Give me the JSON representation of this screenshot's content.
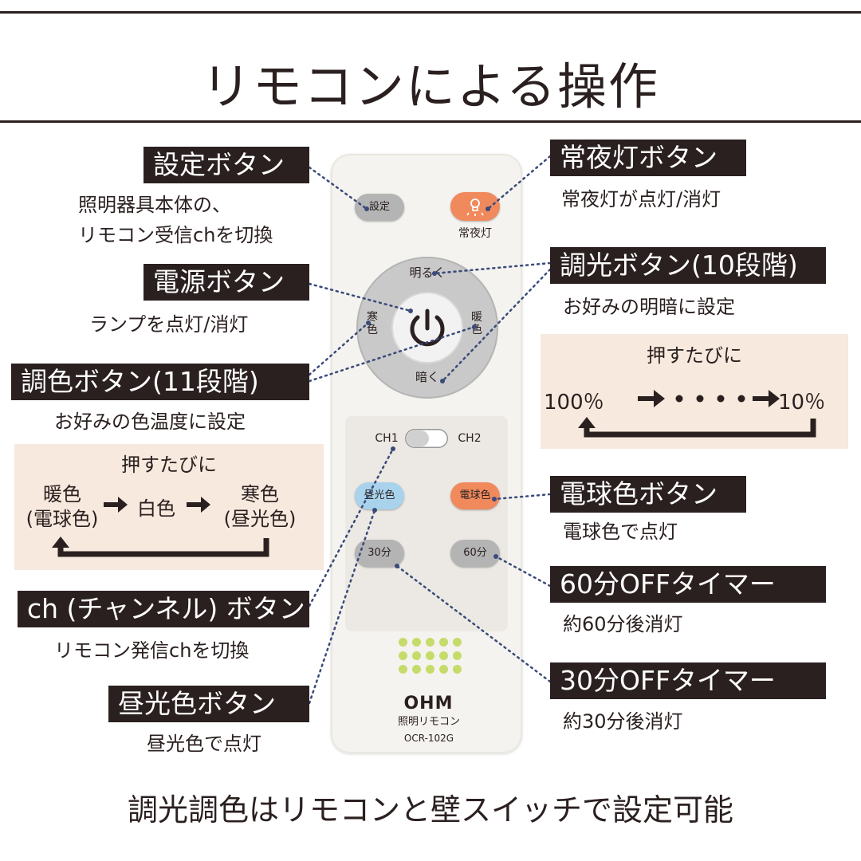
{
  "title": "リモコンによる操作",
  "footer": "調光調色はリモコンと壁スイッチで設定可能",
  "labels": {
    "settings": {
      "title": "設定ボタン",
      "desc": "照明器具本体の、\nリモコン受信chを切換"
    },
    "power": {
      "title": "電源ボタン",
      "desc": "ランプを点灯/消灯"
    },
    "color": {
      "title": "調色ボタン(11段階)",
      "desc": "お好みの色温度に設定"
    },
    "channel": {
      "title": "ch (チャンネル) ボタン",
      "desc": "リモコン発信chを切換"
    },
    "daylight": {
      "title": "昼光色ボタン",
      "desc": "昼光色で点灯"
    },
    "nightlight": {
      "title": "常夜灯ボタン",
      "desc": "常夜灯が点灯/消灯"
    },
    "dimmer": {
      "title": "調光ボタン(10段階)",
      "desc": "お好みの明暗に設定"
    },
    "bulb": {
      "title": "電球色ボタン",
      "desc": "電球色で点灯"
    },
    "timer60": {
      "title": "60分OFFタイマー",
      "desc": "約60分後消灯"
    },
    "timer30": {
      "title": "30分OFFタイマー",
      "desc": "約30分後消灯"
    }
  },
  "color_box": {
    "heading": "押すたびに",
    "warm_1": "暖色",
    "warm_2": "(電球色)",
    "white": "白色",
    "cool_1": "寒色",
    "cool_2": "(昼光色)"
  },
  "dimmer_box": {
    "heading": "押すたびに",
    "start": "100％",
    "end": "10％"
  },
  "remote": {
    "settings_btn": "設定",
    "nightlight_label": "常夜灯",
    "brighter": "明るく",
    "darker": "暗く",
    "cool_1": "寒",
    "cool_2": "色",
    "warm_1": "暖",
    "warm_2": "色",
    "ch1": "CH1",
    "ch2": "CH2",
    "daylight_btn": "昼光色",
    "bulb_btn": "電球色",
    "timer30_btn": "30分",
    "timer60_btn": "60分",
    "brand": "OHM",
    "product": "照明リモコン",
    "model": "OCR-102G"
  },
  "colors": {
    "dark": "#2b2020",
    "box": "#f7e9dd",
    "orange": "#f08a5d",
    "blue": "#a9d3ec",
    "gray": "#b4b4b4",
    "green": "#c5dc6a"
  }
}
